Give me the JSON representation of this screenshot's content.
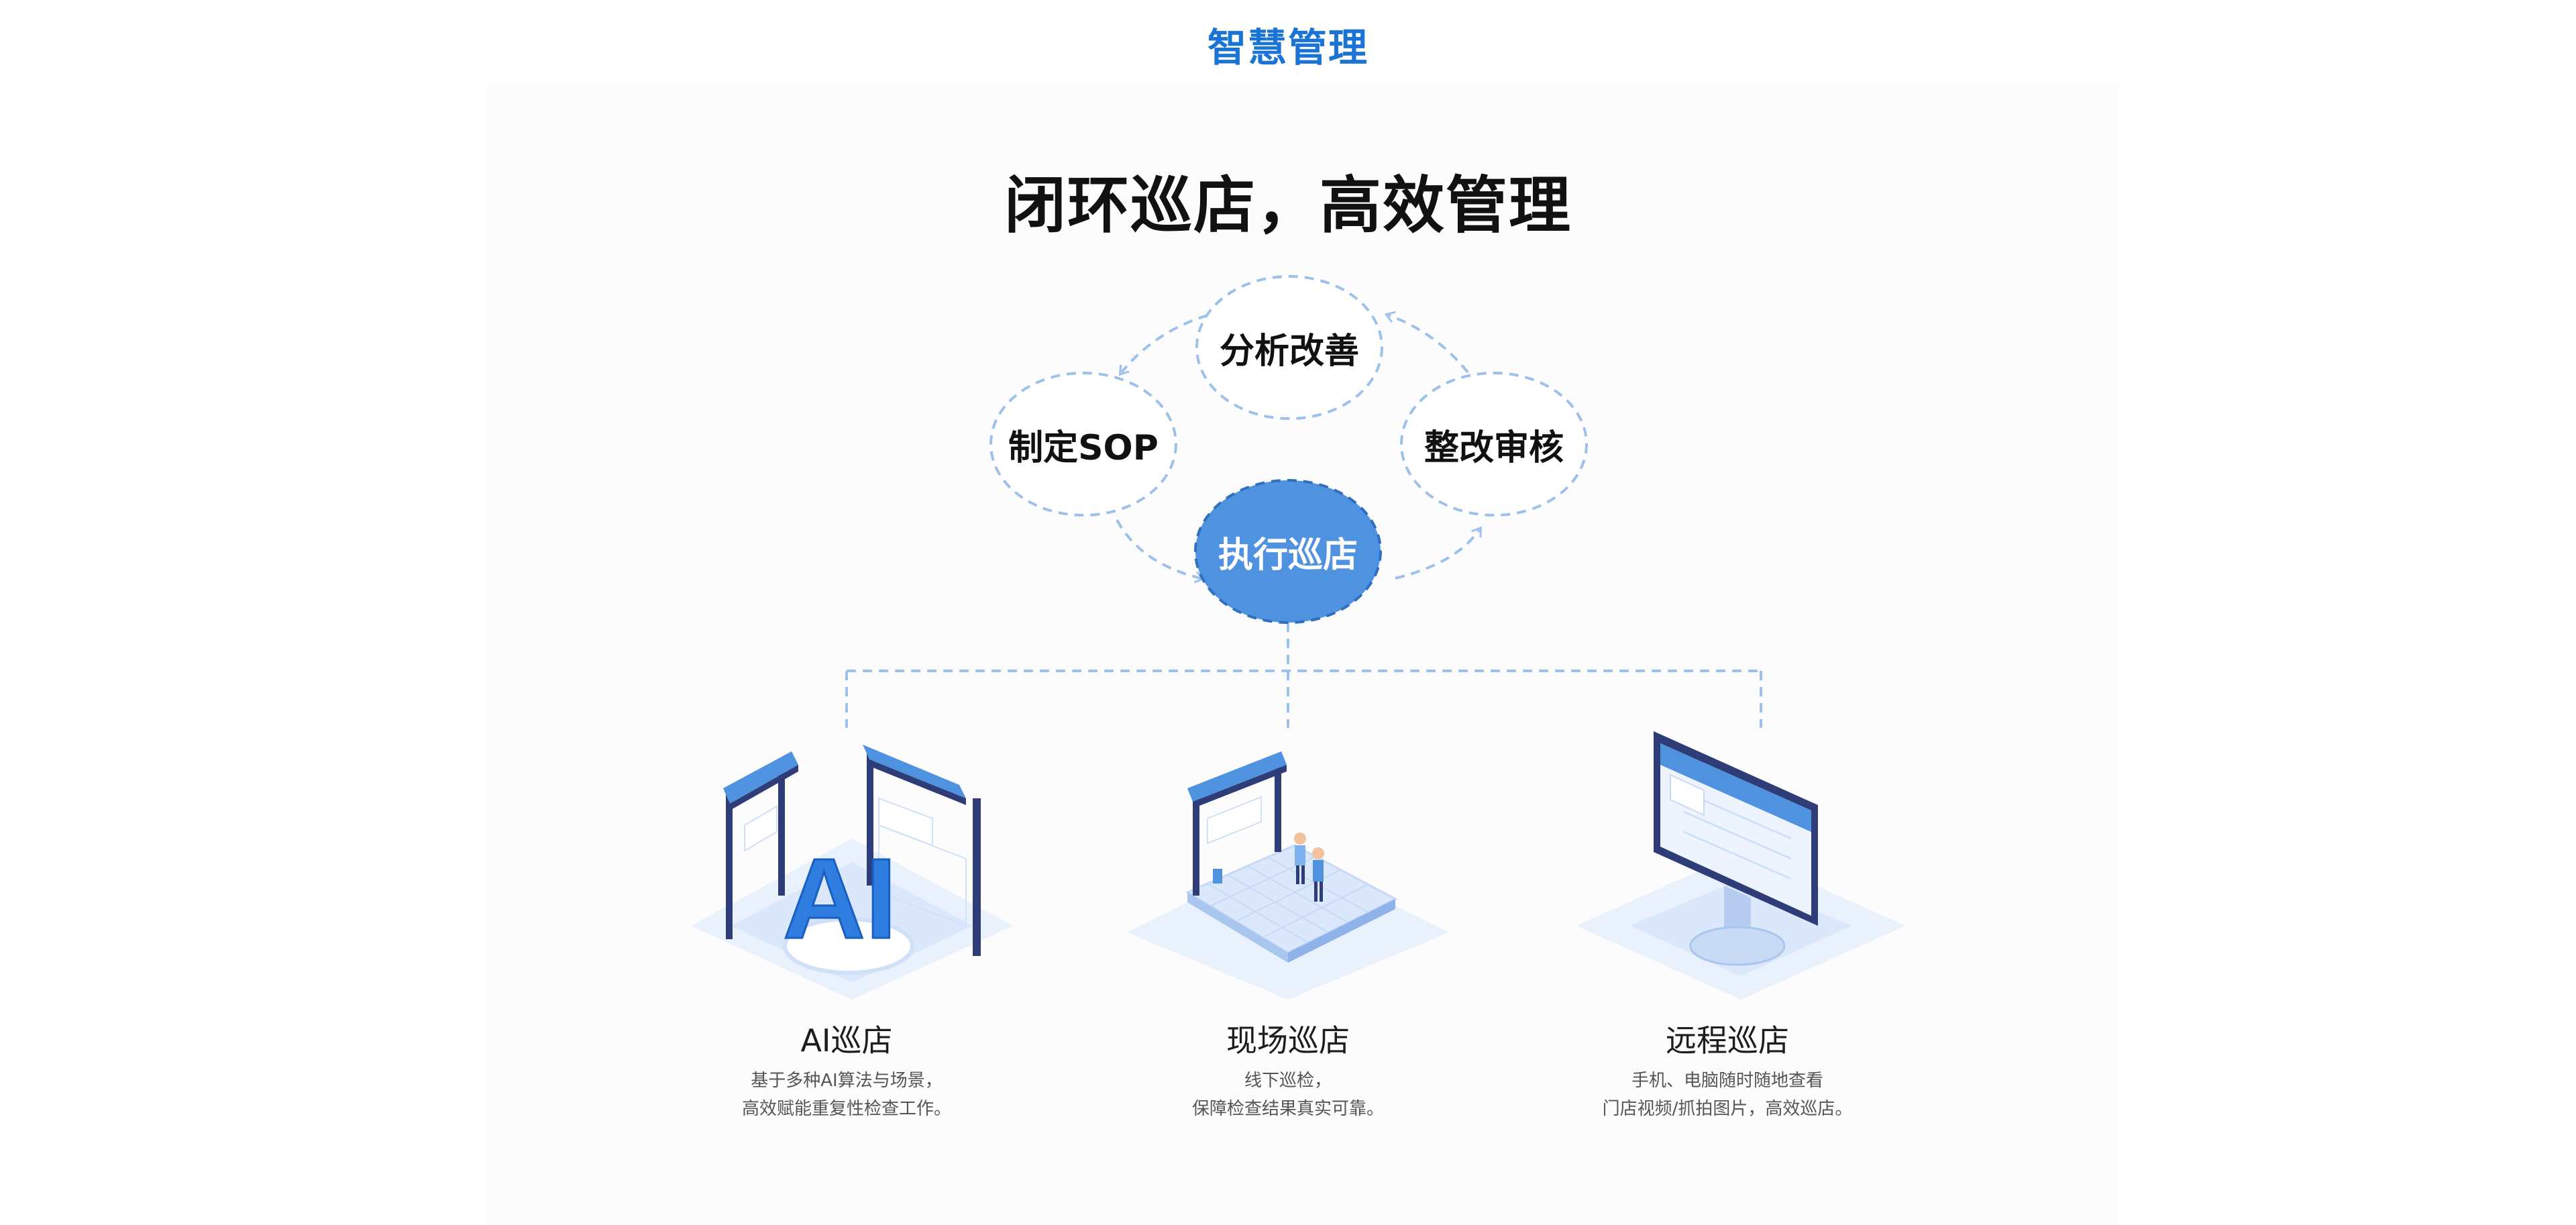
{
  "section_label": "智慧管理",
  "heading": "闭环巡店，高效管理",
  "cycle": {
    "top": "分析改善",
    "left": "制定SOP",
    "right": "整改审核",
    "center": "执行巡店"
  },
  "cards": [
    {
      "title": "AI巡店",
      "desc_line1": "基于多种AI算法与场景，",
      "desc_line2": "高效赋能重复性检查工作。",
      "illus_icon": "ai-storefront-illustration",
      "illus_text": "AI"
    },
    {
      "title": "现场巡店",
      "desc_line1": "线下巡检，",
      "desc_line2": "保障检查结果真实可靠。",
      "illus_icon": "onsite-store-inspection-illustration"
    },
    {
      "title": "远程巡店",
      "desc_line1": "手机、电脑随时随地查看",
      "desc_line2": "门店视频/抓拍图片，高效巡店。",
      "illus_icon": "remote-monitor-illustration"
    }
  ],
  "colors": {
    "accent": "#1a74d6",
    "dashed": "#9ec1ec",
    "active_node": "#4f93e0",
    "navy": "#2e3d77"
  }
}
